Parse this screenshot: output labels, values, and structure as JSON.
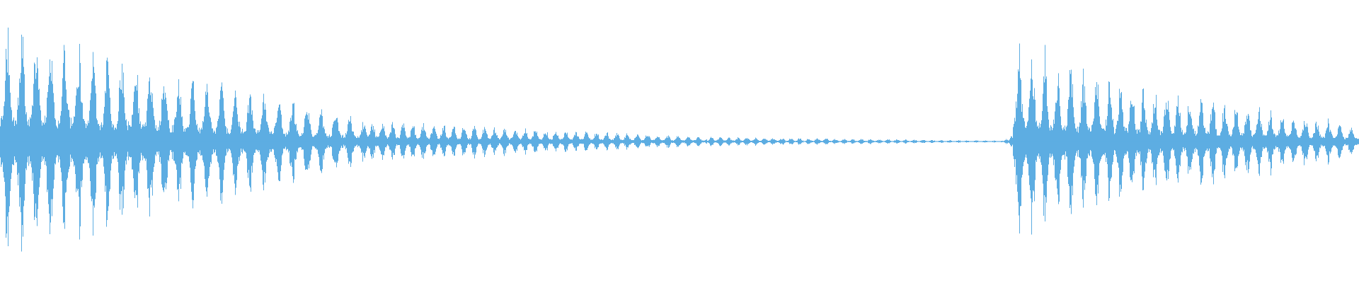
{
  "waveform": {
    "color": "#5DADE2",
    "background": "#FFFFFF",
    "segments": [
      {
        "start": 0.0,
        "end": 0.27,
        "amp_start": 0.88,
        "amp_end": 0.16,
        "pulse_period": 0.0105,
        "pulse_sharpness": 4.0
      },
      {
        "start": 0.27,
        "end": 0.52,
        "amp_start": 0.16,
        "amp_end": 0.035,
        "pulse_period": 0.0075,
        "pulse_sharpness": 3.0
      },
      {
        "start": 0.52,
        "end": 0.738,
        "amp_start": 0.035,
        "amp_end": 0.006,
        "pulse_period": 0.0065,
        "pulse_sharpness": 2.5
      },
      {
        "start": 0.738,
        "end": 0.745,
        "amp_start": 0.006,
        "amp_end": 0.05,
        "pulse_period": 0.004,
        "pulse_sharpness": 1.0
      },
      {
        "start": 0.745,
        "end": 0.82,
        "amp_start": 0.75,
        "amp_end": 0.45,
        "pulse_period": 0.0095,
        "pulse_sharpness": 4.0
      },
      {
        "start": 0.82,
        "end": 1.0,
        "amp_start": 0.45,
        "amp_end": 0.12,
        "pulse_period": 0.0085,
        "pulse_sharpness": 3.5
      }
    ]
  }
}
